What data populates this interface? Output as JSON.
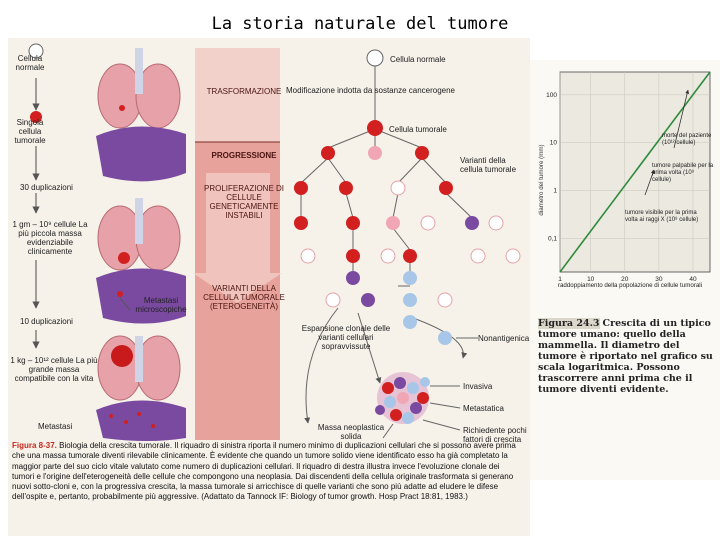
{
  "title": "La storia naturale del tumore",
  "left_column": {
    "labels": [
      "Cellula normale",
      "Singola cellula tumorale",
      "30 duplicazioni",
      "1 gm – 10⁹ cellule La più piccola massa evidenziabile clinicamente",
      "Metastasi microscopiche",
      "10 duplicazioni",
      "1 kg – 10¹² cellule La più grande massa compatibile con la vita",
      "Metastasi"
    ]
  },
  "stages": {
    "transformation": "TRASFORMAZIONE",
    "progression": "PROGRESSIONE",
    "proliferation": "PROLIFERAZIONE DI CELLULE GENETICAMENTE INSTABILI",
    "variants": "VARIANTI DELLA CELLULA TUMORALE (ETEROGENEITÀ)"
  },
  "right_column": {
    "normal_cell": "Cellula normale",
    "carcinogen": "Modificazione indotta da sostanze cancerogene",
    "tumor_cell": "Cellula tumorale",
    "variants": "Varianti della cellula tumorale",
    "clonal_expansion": "Espansione clonale delle varianti cellulari sopravvissute",
    "nonantigenic": "Nonantigenica",
    "invasive": "Invasiva",
    "metastatic": "Metastatica",
    "neoplastic_mass": "Massa neoplastica solida",
    "few_growth_factors": "Richiedente pochi fattori di crescita"
  },
  "caption": {
    "label": "Figura 8-37.",
    "text": "Biologia della crescita tumorale. Il riquadro di sinistra riporta il numero minimo di duplicazioni cellulari che si possono avere prima che una massa tumorale diventi rilevabile clinicamente. È evidente che quando un tumore solido viene identificato esso ha già completato la maggior parte del suo ciclo vitale valutato come numero di duplicazioni cellulari. Il riquadro di destra illustra invece l'evoluzione clonale dei tumori e l'origine dell'eterogeneità delle cellule che compongono una neoplasia. Dai discendenti della cellula originale trasformata si generano nuovi sotto-cloni e, con la progressiva crescita, la massa tumorale si arricchisce di quelle varianti che sono più adatte ad eludere le difese dell'ospite e, pertanto, probabilmente più aggressive. (Adattato da Tannock IF: Biology of tumor growth. Hosp Pract 18:81, 1983.)"
  },
  "growth_figure": {
    "y_axis_label": "diametro del tumore (mm)",
    "x_axis_label": "raddoppiamento della popolazione di cellule tumorali",
    "y_ticks": [
      "100",
      "10",
      "1",
      "0,1"
    ],
    "x_ticks": [
      "1",
      "10",
      "20",
      "30",
      "40"
    ],
    "annotations": {
      "death": "morte del paziente (10¹² cellule)",
      "palpable": "tumore palpabile per la prima volta (10⁹ cellule)",
      "xray": "tumore visibile per la prima volta ai raggi X (10⁸ cellule)"
    },
    "caption_label": "Figura 24.3",
    "caption_text": "Crescita di un tipico tumore umano: quello della mammella. Il diametro del tumore è riportato nel grafico su scala logaritmica. Possono trascorrere anni prima che il tumore diventi evidente."
  },
  "chart_data": {
    "type": "line",
    "xlabel": "raddoppiamento della popolazione di cellule tumorali",
    "ylabel": "diametro del tumore (mm)",
    "y_scale": "log",
    "xlim": [
      1,
      45
    ],
    "ylim": [
      0.02,
      300
    ],
    "x": [
      1,
      45
    ],
    "y": [
      0.02,
      300
    ]
  }
}
